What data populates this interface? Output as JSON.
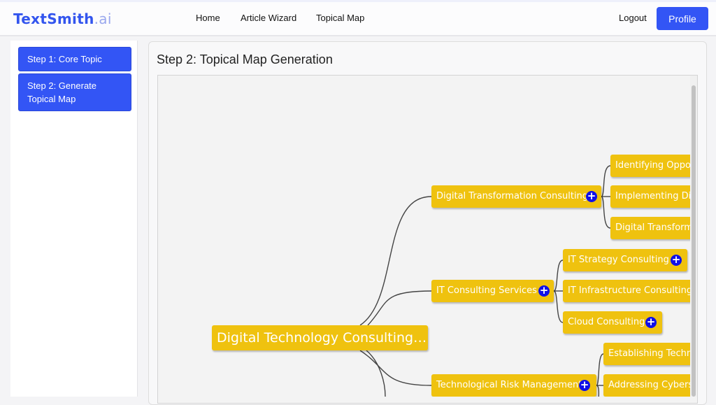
{
  "header": {
    "logo_main": "TextSmith",
    "logo_suffix": ".ai",
    "nav": [
      "Home",
      "Article Wizard",
      "Topical Map"
    ],
    "logout": "Logout",
    "profile": "Profile"
  },
  "sidebar": {
    "steps": [
      "Step 1: Core Topic",
      "Step 2: Generate Topical Map"
    ]
  },
  "main": {
    "title": "Step 2: Topical Map Generation"
  },
  "map": {
    "root": "Digital Technology Consulting…",
    "nodes": {
      "dtc": "Digital Transformation Consulting",
      "itcs": "IT Consulting Services",
      "trm": "Technological Risk Management",
      "identifying": "Identifying Opportunities",
      "implementing": "Implementing Digital",
      "digital_transform": "Digital Transformation",
      "it_strategy": "IT Strategy Consulting",
      "it_infra": "IT Infrastructure Consulting",
      "cloud": "Cloud Consulting",
      "establishing": "Establishing Technology",
      "addressing": "Addressing Cybersecurity"
    },
    "expand_icon": "+",
    "node_color": "#efc20f",
    "expand_color": "#1010e8"
  },
  "colors": {
    "accent": "#3355f5"
  }
}
